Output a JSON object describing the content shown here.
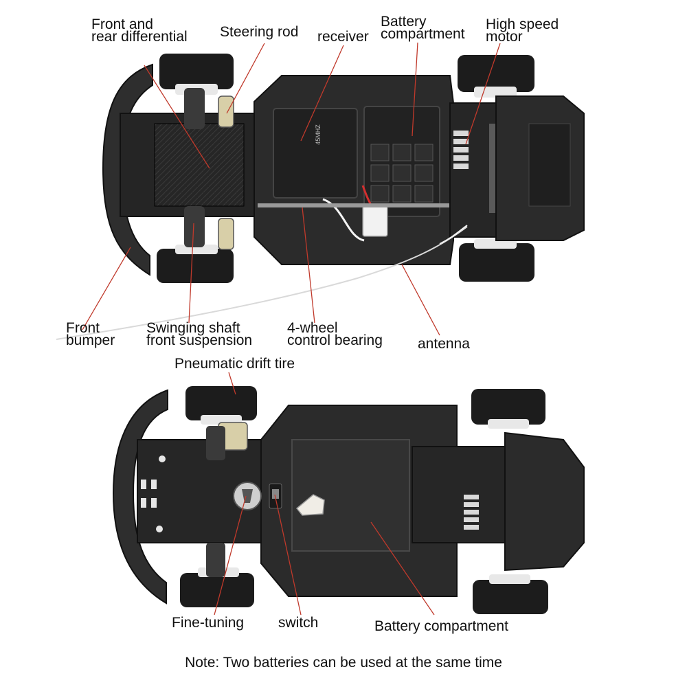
{
  "top_view": {
    "labels": {
      "differential": "Front and\nrear differential",
      "steering_rod": "Steering rod",
      "receiver": "receiver",
      "battery_compartment": "Battery\ncompartment",
      "motor": "High speed\nmotor",
      "front_bumper": "Front\nbumper",
      "swinging_shaft": "Swinging shaft\nfront suspension",
      "bearing": "4-wheel\ncontrol bearing",
      "antenna": "antenna"
    },
    "receiver_sticker": "45MHZ"
  },
  "bottom_view": {
    "labels": {
      "drift_tire": "Pneumatic drift tire",
      "fine_tuning": "Fine-tuning",
      "switch": "switch",
      "battery_compartment": "Battery compartment"
    }
  },
  "note": "Note: Two batteries can be used at the same time",
  "colors": {
    "leader_line": "#c0392b",
    "chassis": "#2b2b2b",
    "tire": "#1c1c1c",
    "rim": "#e8e8e8",
    "metal": "#c9c9c9"
  }
}
